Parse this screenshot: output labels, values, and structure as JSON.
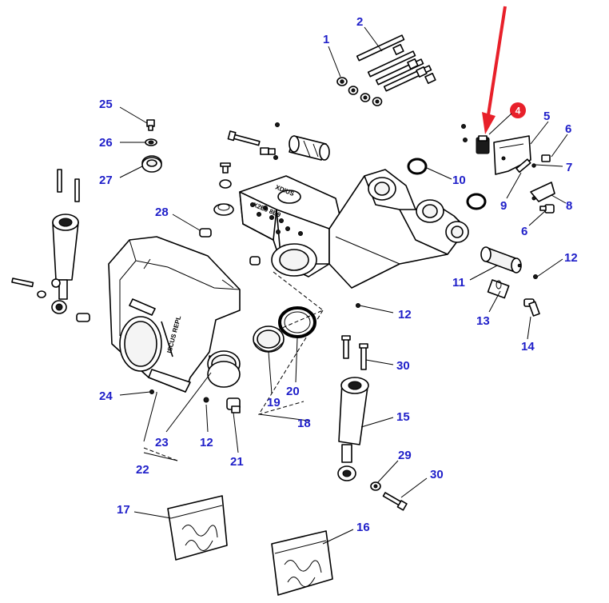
{
  "callouts": {
    "c1": "1",
    "c2": "2",
    "c4": "4",
    "c5": "5",
    "c6a": "6",
    "c6b": "6",
    "c7": "7",
    "c8": "8",
    "c9": "9",
    "c10": "10",
    "c11": "11",
    "c12a": "12",
    "c12b": "12",
    "c12c": "12",
    "c13": "13",
    "c14": "14",
    "c15": "15",
    "c16": "16",
    "c17": "17",
    "c18": "18",
    "c19": "19",
    "c20": "20",
    "c21": "21",
    "c22": "22",
    "c23": "23",
    "c24": "24",
    "c25": "25",
    "c26": "26",
    "c27": "27",
    "c28": "28",
    "c29": "29",
    "c30a": "30",
    "c30b": "30"
  },
  "highlight": {
    "badge_number": "4",
    "color": "#e8202a",
    "arrow_color": "#e8202a"
  },
  "colors": {
    "callout": "#1f1fc9",
    "line": "#000000",
    "background": "#ffffff"
  },
  "icons": [
    "red-arrow-indicator",
    "red-badge"
  ]
}
